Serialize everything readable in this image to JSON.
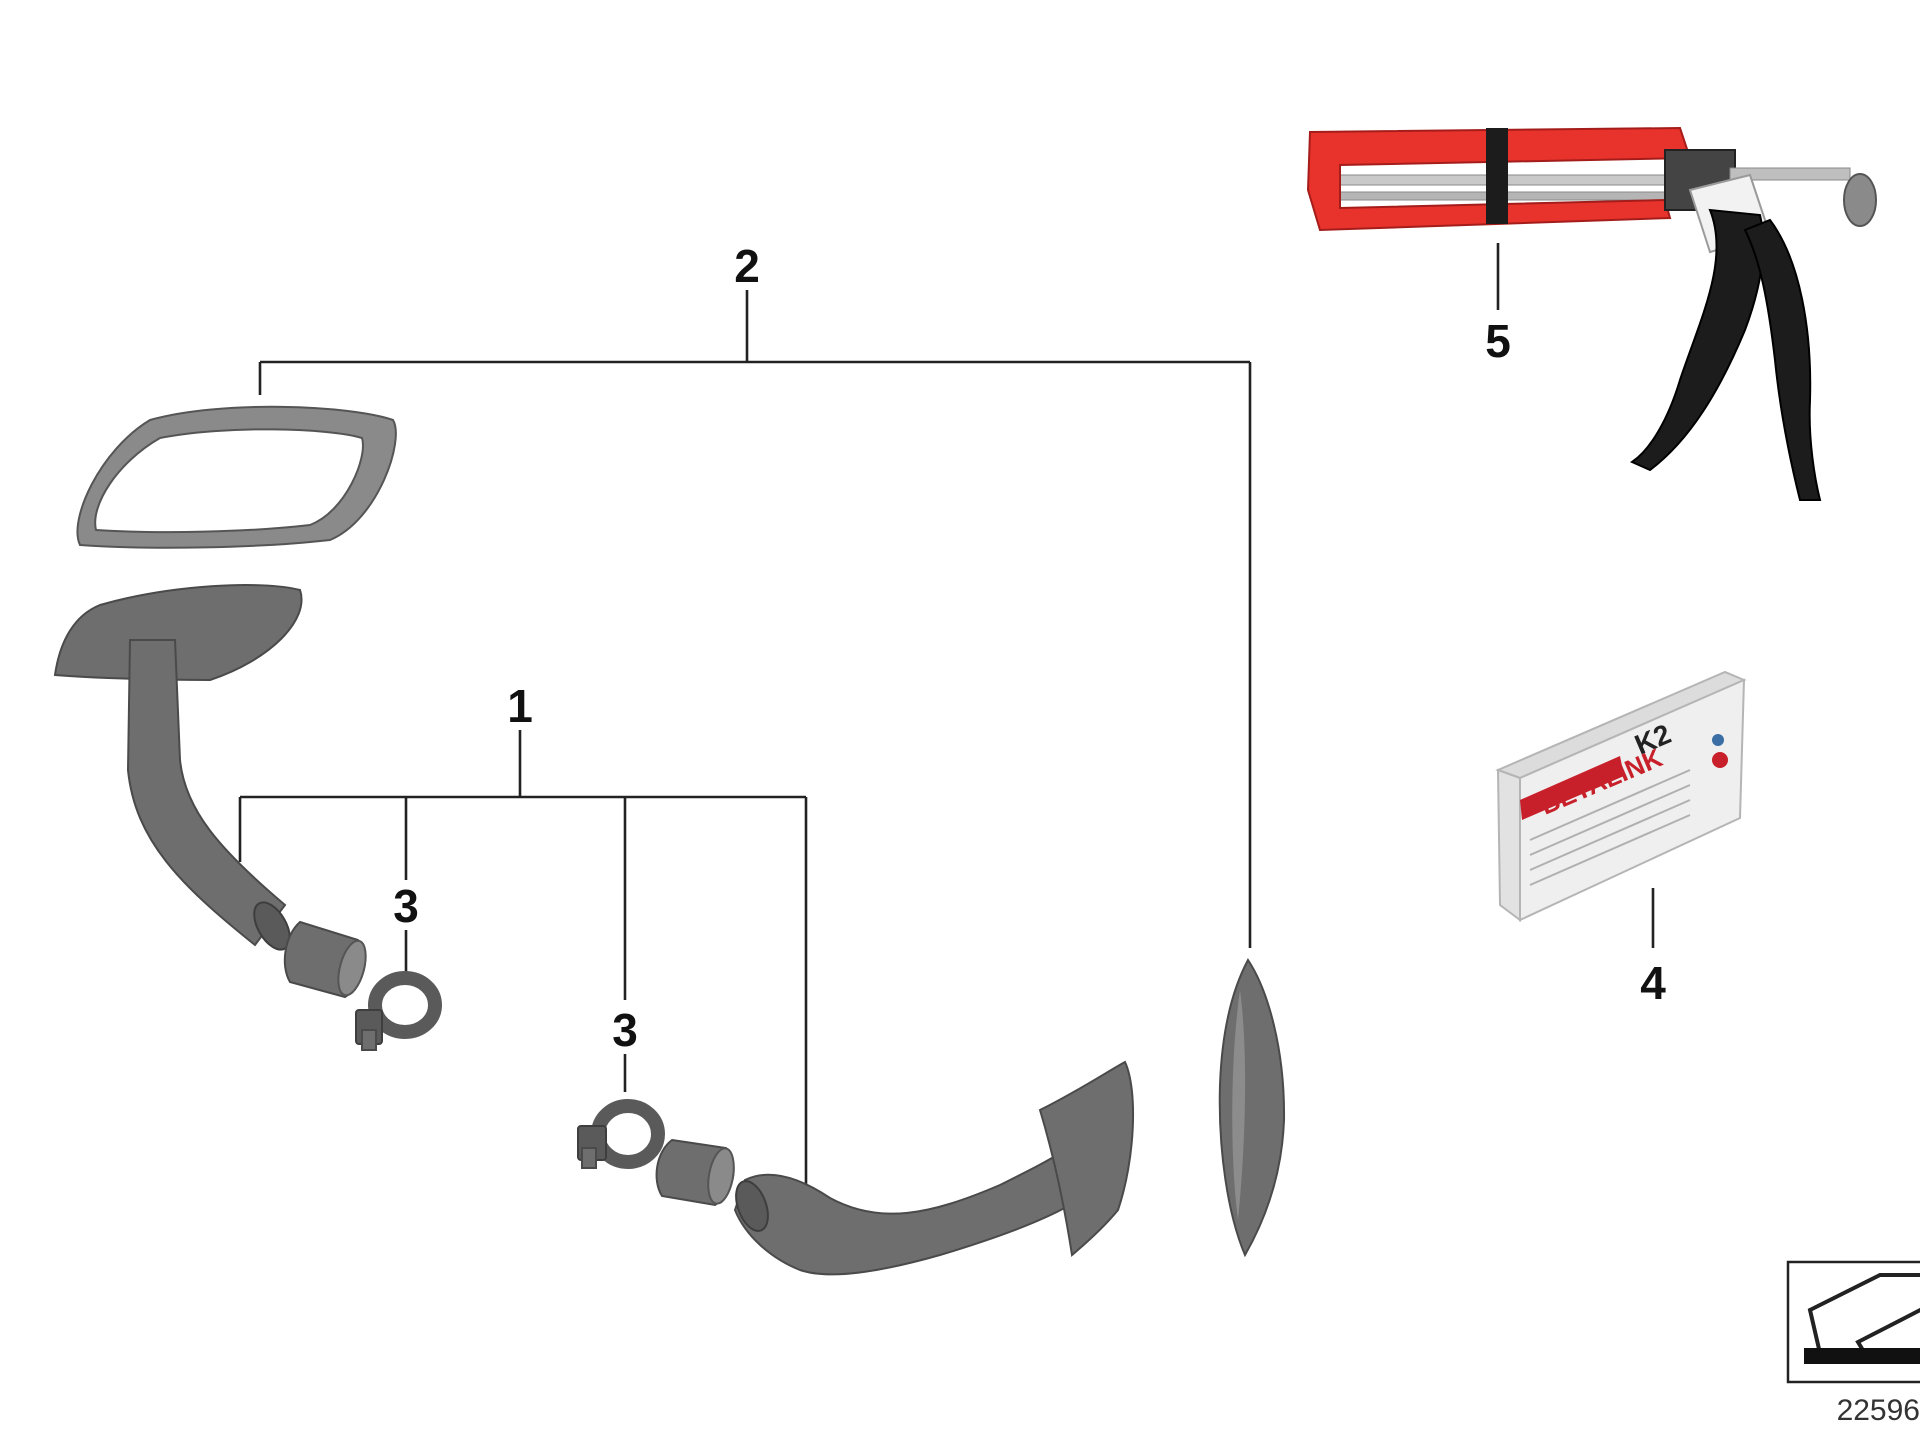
{
  "callouts": {
    "c1": "1",
    "c2": "2",
    "c3a": "3",
    "c3b": "3",
    "c4": "4",
    "c5": "5"
  },
  "box": {
    "brand": "BETALINK",
    "product": "K2"
  },
  "reference_number": "22596",
  "colors": {
    "parts": "#6e6e6e",
    "gun_frame": "#e8322c",
    "gun_handle": "#1c1c1c",
    "box_red": "#c8202a"
  },
  "icons": {
    "corner": "arrow-on-plane-icon"
  }
}
